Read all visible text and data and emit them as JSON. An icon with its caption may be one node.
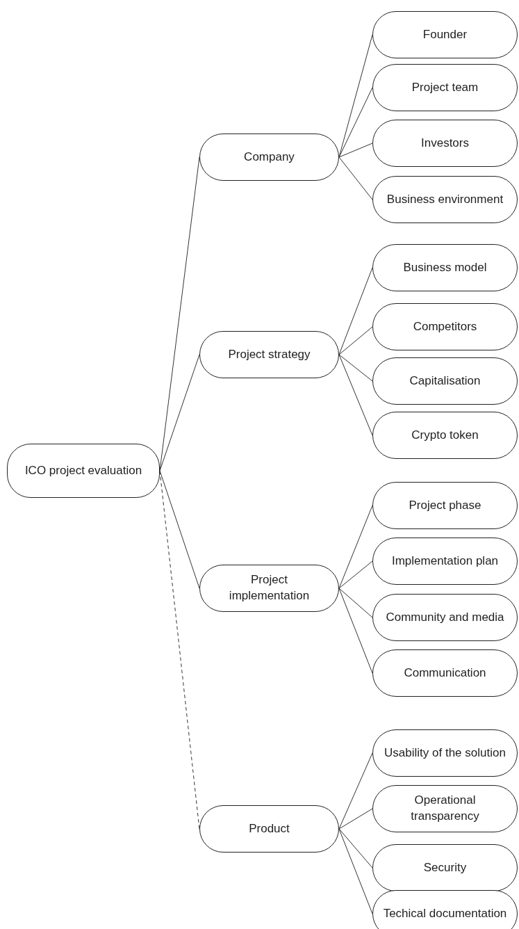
{
  "diagram": {
    "nodes": [
      {
        "text": [
          "ICO project evaluation"
        ]
      },
      {
        "text": [
          "Company"
        ]
      },
      {
        "text": [
          "Founder"
        ]
      },
      {
        "text": [
          "Project team"
        ]
      },
      {
        "text": [
          "Investors"
        ]
      },
      {
        "text": [
          "Business environment"
        ]
      },
      {
        "text": [
          "Project strategy"
        ]
      },
      {
        "text": [
          "Business model"
        ]
      },
      {
        "text": [
          "Competitors"
        ]
      },
      {
        "text": [
          "Capitalisation"
        ]
      },
      {
        "text": [
          "Crypto token"
        ]
      },
      {
        "text": [
          "Project implementation"
        ]
      },
      {
        "text": [
          "Project phase"
        ]
      },
      {
        "text": [
          "Implementation plan"
        ]
      },
      {
        "text": [
          "Community and media"
        ]
      },
      {
        "text": [
          "Communication"
        ]
      },
      {
        "text": [
          "Product"
        ]
      },
      {
        "text": [
          "Usability of the solution"
        ]
      },
      {
        "text": [
          "Operational transparency"
        ]
      },
      {
        "text": [
          "Security"
        ]
      },
      {
        "text": [
          "Techical documentation"
        ]
      }
    ],
    "edges": [
      {
        "from": 0,
        "to": 1,
        "arrow": "none"
      },
      {
        "from": 0,
        "to": 6,
        "arrow": "none"
      },
      {
        "from": 0,
        "to": 11,
        "arrow": "none"
      },
      {
        "from": 0,
        "to": 16,
        "arrow": "none",
        "style": "dashed"
      },
      {
        "from": 1,
        "to": 2,
        "arrow": "none"
      },
      {
        "from": 1,
        "to": 3,
        "arrow": "none"
      },
      {
        "from": 1,
        "to": 4,
        "arrow": "none"
      },
      {
        "from": 1,
        "to": 5,
        "arrow": "none"
      },
      {
        "from": 6,
        "to": 7,
        "arrow": "none"
      },
      {
        "from": 6,
        "to": 8,
        "arrow": "none"
      },
      {
        "from": 6,
        "to": 9,
        "arrow": "none"
      },
      {
        "from": 6,
        "to": 10,
        "arrow": "none"
      },
      {
        "from": 11,
        "to": 12,
        "arrow": "none"
      },
      {
        "from": 11,
        "to": 13,
        "arrow": "none"
      },
      {
        "from": 11,
        "to": 14,
        "arrow": "none"
      },
      {
        "from": 11,
        "to": 15,
        "arrow": "none"
      },
      {
        "from": 16,
        "to": 17,
        "arrow": "none"
      },
      {
        "from": 16,
        "to": 18,
        "arrow": "none"
      },
      {
        "from": 16,
        "to": 19,
        "arrow": "none"
      },
      {
        "from": 16,
        "to": 20,
        "arrow": "none"
      }
    ]
  }
}
